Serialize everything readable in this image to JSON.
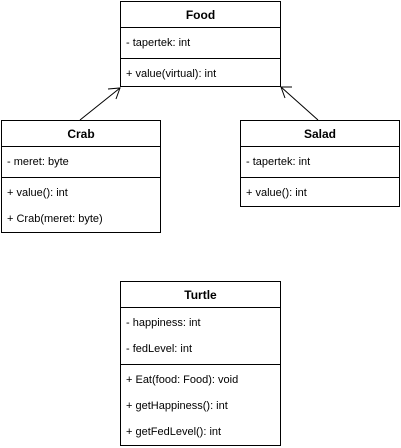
{
  "classes": {
    "food": {
      "name": "Food",
      "attributes": [
        "- tapertek: int"
      ],
      "operations": [
        "+ value(virtual): int"
      ]
    },
    "crab": {
      "name": "Crab",
      "attributes": [
        "- meret: byte"
      ],
      "operations": [
        "+ value(): int",
        "+ Crab(meret: byte)"
      ]
    },
    "salad": {
      "name": "Salad",
      "attributes": [
        "- tapertek: int"
      ],
      "operations": [
        "+ value(): int"
      ]
    },
    "turtle": {
      "name": "Turtle",
      "attributes": [
        "- happiness: int",
        "- fedLevel: int"
      ],
      "operations": [
        "+ Eat(food: Food): void",
        "+ getHappiness(): int",
        "+ getFedLevel(): int"
      ]
    }
  }
}
